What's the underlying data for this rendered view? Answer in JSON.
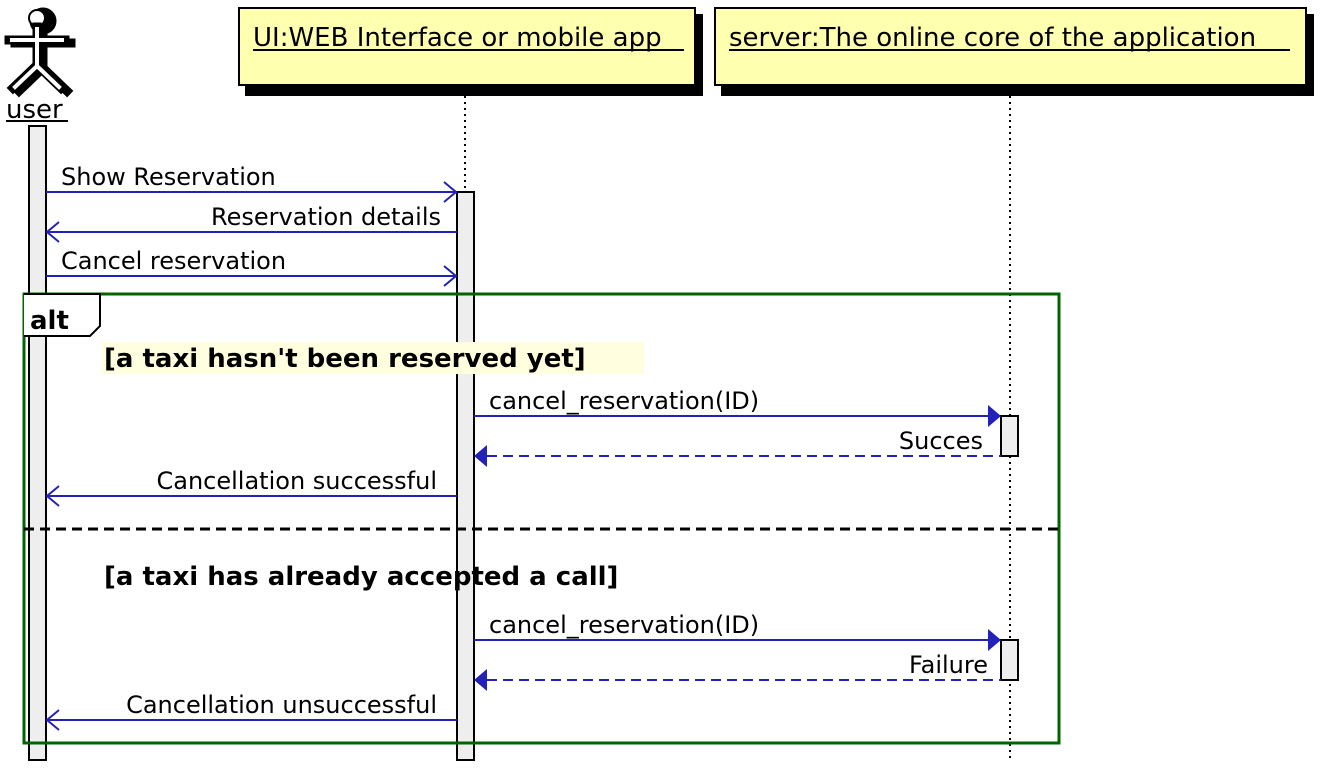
{
  "participants": {
    "user": {
      "label": "user"
    },
    "ui": {
      "label": "UI:WEB Interface or mobile app"
    },
    "server": {
      "label": "server:The online core of the application"
    }
  },
  "messages": [
    {
      "label": "Show Reservation",
      "from": "user",
      "to": "ui",
      "style": "open-solid"
    },
    {
      "label": "Reservation details",
      "from": "ui",
      "to": "user",
      "style": "open-solid"
    },
    {
      "label": "Cancel reservation",
      "from": "user",
      "to": "ui",
      "style": "open-solid"
    },
    {
      "label": "cancel_reservation(ID)",
      "from": "ui",
      "to": "server",
      "style": "filled-solid"
    },
    {
      "label": "Succes",
      "from": "server",
      "to": "ui",
      "style": "filled-dashed"
    },
    {
      "label": "Cancellation successful",
      "from": "ui",
      "to": "user",
      "style": "open-solid"
    },
    {
      "label": "cancel_reservation(ID)",
      "from": "ui",
      "to": "server",
      "style": "filled-solid"
    },
    {
      "label": "Failure",
      "from": "server",
      "to": "ui",
      "style": "filled-dashed"
    },
    {
      "label": "Cancellation unsuccessful",
      "from": "ui",
      "to": "user",
      "style": "open-solid"
    }
  ],
  "fragment": {
    "operator": "alt",
    "guards": [
      "[a taxi hasn't been reserved yet]",
      "[a taxi has already accepted a call]"
    ]
  },
  "colors": {
    "note_fill": "#FFFFB0",
    "message_line": "#2222BB",
    "fragment_border": "#006400",
    "activation_fill": "#EEEEEE",
    "guard_highlight": "#FFFFE0"
  }
}
